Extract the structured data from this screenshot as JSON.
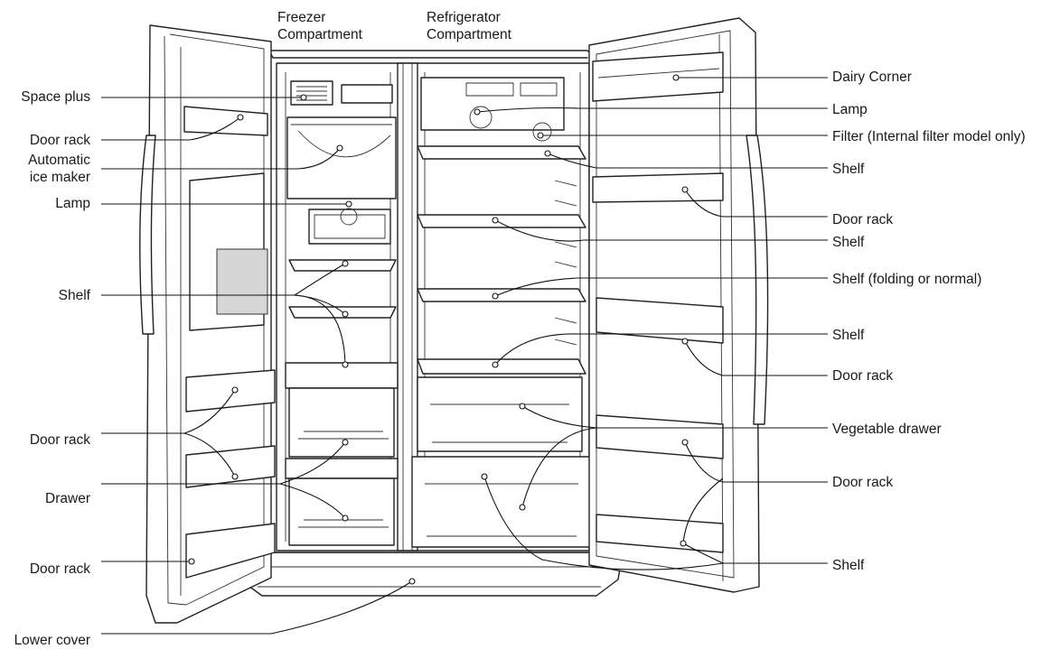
{
  "diagram": {
    "top_labels": [
      {
        "id": "freezer-compartment",
        "lines": [
          "Freezer",
          "Compartment"
        ]
      },
      {
        "id": "refrigerator-compartment",
        "lines": [
          "Refrigerator",
          "Compartment"
        ]
      }
    ],
    "left_labels": [
      {
        "id": "space-plus",
        "lines": [
          "Space plus"
        ]
      },
      {
        "id": "door-rack-upper-left",
        "lines": [
          "Door rack"
        ]
      },
      {
        "id": "automatic-ice-maker",
        "lines": [
          "Automatic",
          "ice maker"
        ]
      },
      {
        "id": "lamp-freezer",
        "lines": [
          "Lamp"
        ]
      },
      {
        "id": "shelf-freezer",
        "lines": [
          "Shelf"
        ]
      },
      {
        "id": "door-rack-mid-left",
        "lines": [
          "Door rack"
        ]
      },
      {
        "id": "drawer-freezer",
        "lines": [
          "Drawer"
        ]
      },
      {
        "id": "door-rack-lower-left",
        "lines": [
          "Door rack"
        ]
      },
      {
        "id": "lower-cover",
        "lines": [
          "Lower cover"
        ]
      }
    ],
    "right_labels": [
      {
        "id": "dairy-corner",
        "lines": [
          "Dairy Corner"
        ]
      },
      {
        "id": "lamp-fridge",
        "lines": [
          "Lamp"
        ]
      },
      {
        "id": "filter",
        "lines": [
          "Filter (Internal filter model only)"
        ]
      },
      {
        "id": "shelf-fridge-1",
        "lines": [
          "Shelf"
        ]
      },
      {
        "id": "door-rack-right-1",
        "lines": [
          "Door rack"
        ]
      },
      {
        "id": "shelf-fridge-2",
        "lines": [
          "Shelf"
        ]
      },
      {
        "id": "shelf-folding",
        "lines": [
          "Shelf (folding or normal)"
        ]
      },
      {
        "id": "shelf-fridge-3",
        "lines": [
          "Shelf"
        ]
      },
      {
        "id": "door-rack-right-2",
        "lines": [
          "Door rack"
        ]
      },
      {
        "id": "vegetable-drawer",
        "lines": [
          "Vegetable drawer"
        ]
      },
      {
        "id": "door-rack-right-3",
        "lines": [
          "Door rack"
        ]
      },
      {
        "id": "shelf-door-right",
        "lines": [
          "Shelf"
        ]
      }
    ]
  }
}
